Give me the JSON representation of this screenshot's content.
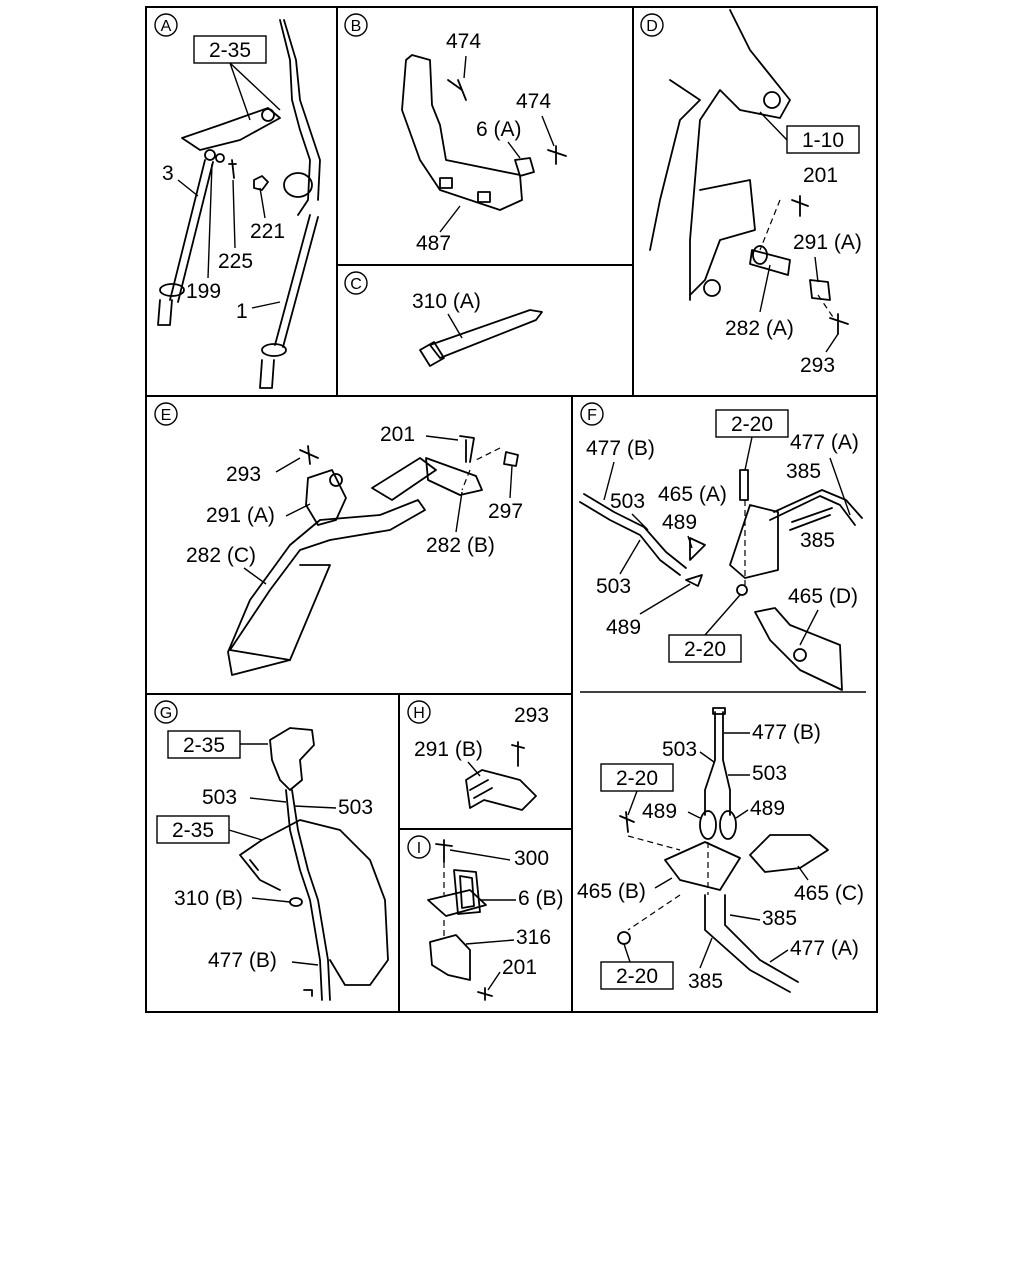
{
  "panels": {
    "A": {
      "badge": "A",
      "ref": "2-35",
      "labels": {
        "p3": "3",
        "p199": "199",
        "p225": "225",
        "p221": "221",
        "p1": "1"
      }
    },
    "B": {
      "badge": "B",
      "labels": {
        "p474a": "474",
        "p474b": "474",
        "p6a": "6 (A)",
        "p487": "487"
      }
    },
    "C": {
      "badge": "C",
      "labels": {
        "p310a": "310 (A)"
      }
    },
    "D": {
      "badge": "D",
      "ref": "1-10",
      "labels": {
        "p201": "201",
        "p291a": "291 (A)",
        "p282a": "282 (A)",
        "p293": "293"
      }
    },
    "E": {
      "badge": "E",
      "labels": {
        "p201": "201",
        "p293": "293",
        "p297": "297",
        "p291a": "291 (A)",
        "p282b": "282 (B)",
        "p282c": "282 (C)"
      }
    },
    "F": {
      "badge": "F",
      "refs": [
        "2-20",
        "2-20"
      ],
      "labels": {
        "p477b": "477 (B)",
        "p477a": "477 (A)",
        "p385a": "385",
        "p385b": "385",
        "p465a": "465 (A)",
        "p503a": "503",
        "p503b": "503",
        "p489a": "489",
        "p489b": "489",
        "p465d": "465 (D)"
      }
    },
    "F2": {
      "refs": [
        "2-20",
        "2-20"
      ],
      "labels": {
        "p503a": "503",
        "p503b": "503",
        "p477b": "477 (B)",
        "p489a": "489",
        "p489b": "489",
        "p465b": "465 (B)",
        "p465c": "465 (C)",
        "p385a": "385",
        "p385b": "385",
        "p477a": "477 (A)"
      }
    },
    "G": {
      "badge": "G",
      "refs": [
        "2-35",
        "2-35"
      ],
      "labels": {
        "p503a": "503",
        "p503b": "503",
        "p310b": "310 (B)",
        "p477b": "477 (B)"
      }
    },
    "H": {
      "badge": "H",
      "labels": {
        "p293": "293",
        "p291b": "291 (B)"
      }
    },
    "I": {
      "badge": "I",
      "labels": {
        "p300": "300",
        "p6b": "6 (B)",
        "p316": "316",
        "p201": "201"
      }
    }
  }
}
